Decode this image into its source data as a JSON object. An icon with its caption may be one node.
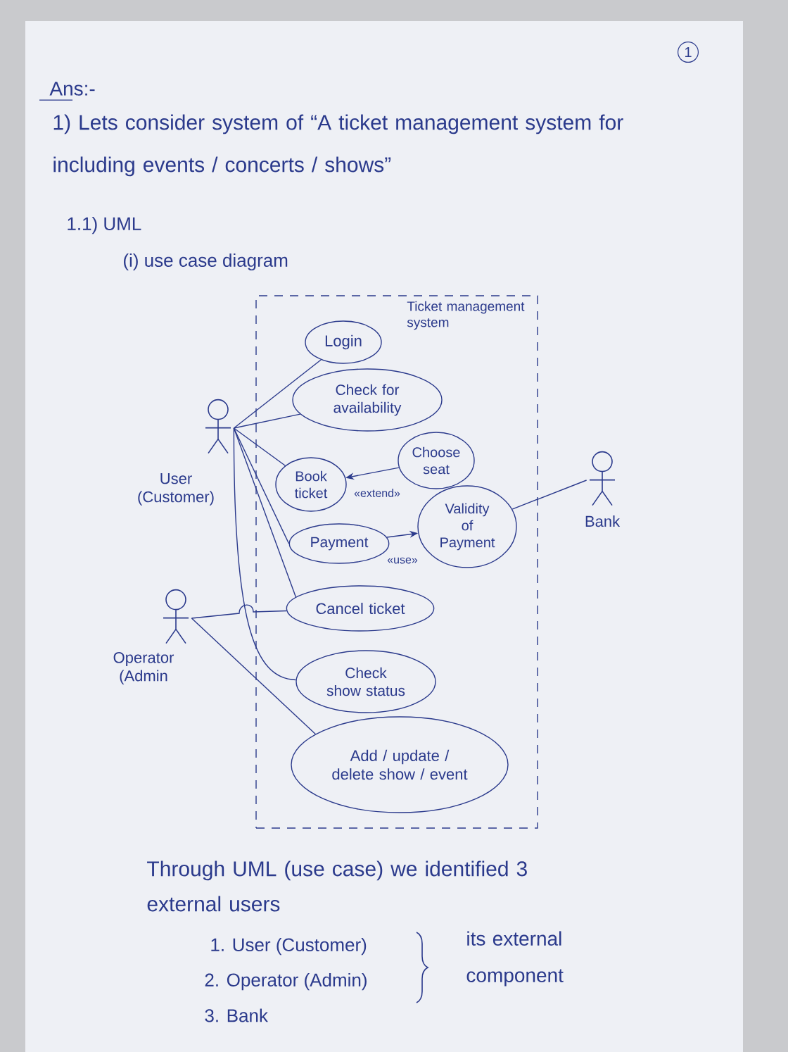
{
  "diagram": {
    "nodes": [
      {
        "text": [
          "Ticket management system"
        ]
      },
      {
        "text": [
          "Login"
        ],
        "in": 0
      },
      {
        "text": [
          "Check for availability"
        ],
        "in": 0
      },
      {
        "text": [
          "Book ticket"
        ],
        "in": 0
      },
      {
        "text": [
          "Choose seat"
        ],
        "in": 0
      },
      {
        "text": [
          "Payment"
        ],
        "in": 0
      },
      {
        "text": [
          "Validity of Payment"
        ],
        "in": 0
      },
      {
        "text": [
          "Cancel ticket"
        ],
        "in": 0
      },
      {
        "text": [
          "Check show status"
        ],
        "in": 0
      },
      {
        "text": [
          "Add / update / delete show / event"
        ],
        "in": 0
      },
      {
        "text": [
          "User (Customer)"
        ]
      },
      {
        "text": [
          "Operator (Admin"
        ]
      },
      {
        "text": [
          "Bank"
        ]
      }
    ],
    "edges": [
      {
        "from": 10,
        "to": 1,
        "arrow": "none"
      },
      {
        "from": 10,
        "to": 2,
        "arrow": "none"
      },
      {
        "from": 10,
        "to": 3,
        "arrow": "none"
      },
      {
        "from": 10,
        "to": 5,
        "arrow": "none"
      },
      {
        "from": 10,
        "to": 7,
        "arrow": "none"
      },
      {
        "from": 10,
        "to": 8,
        "arrow": "none"
      },
      {
        "from": 11,
        "to": 7,
        "arrow": "none"
      },
      {
        "from": 11,
        "to": 9,
        "arrow": "none"
      },
      {
        "from": 4,
        "to": 3,
        "arrow": "to",
        "label": "«extend»"
      },
      {
        "from": 5,
        "to": 6,
        "arrow": "to",
        "label": "«use»"
      },
      {
        "from": 12,
        "to": 6,
        "arrow": "none"
      }
    ],
    "labels": [
      "1",
      "Ans:-",
      "1) Lets consider system of “A ticket management system for including events / concerts / shows”",
      "1.1) UML",
      "(i) use case diagram",
      "Through UML (use case) we identified 3 external users",
      "1. User (Customer)",
      "2. Operator (Admin)",
      "3. Bank",
      "its external component"
    ]
  }
}
